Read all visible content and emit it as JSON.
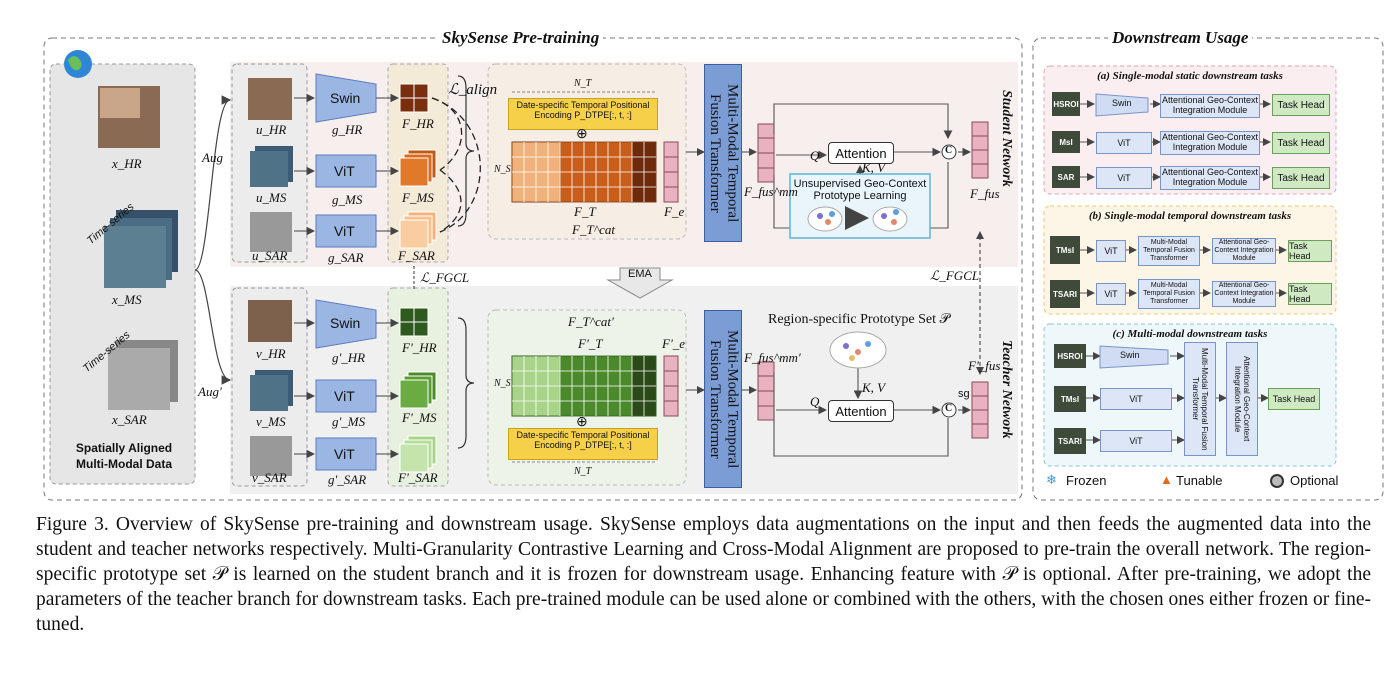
{
  "pretraining": {
    "title": "SkySense Pre-training",
    "input": {
      "xhr": "x_HR",
      "xms": "x_MS",
      "xsar": "x_SAR",
      "ts1": "Time-series",
      "ts2": "Time-series",
      "data_label_1": "Spatially Aligned",
      "data_label_2": "Multi-Modal Data"
    },
    "aug": "Aug",
    "aug_prime": "Aug'",
    "student": {
      "uhr": "u_HR",
      "ums": "u_MS",
      "usar": "u_SAR",
      "swin": "Swin",
      "vit1": "ViT",
      "vit2": "ViT",
      "ghr": "g_HR",
      "gms": "g_MS",
      "gsar": "g_SAR",
      "fhr": "F_HR",
      "fms": "F_MS",
      "fsar": "F_SAR",
      "lalign": "ℒ_align",
      "nt": "N_T",
      "ns": "N_S",
      "dtpe_1": "Date-specific Temporal Positional",
      "dtpe_2": "Encoding P_DTPE[:, t, :]",
      "plus": "⊕",
      "ft": "F_T",
      "fe": "F_e",
      "ftcat": "F_T^cat",
      "fusion": "Multi-Modal Temporal Fusion Transformer",
      "ffusmm": "F_fus^mm",
      "q": "Q",
      "attention": "Attention",
      "kv": "K, V",
      "proto_1": "Unsupervised Geo-Context",
      "proto_2": "Prototype Learning",
      "c": "C",
      "ffus": "F_fus",
      "network": "Student Network"
    },
    "lfgcl_left": "ℒ_FGCL",
    "lfgcl_right": "ℒ_FGCL",
    "ema": "EMA",
    "teacher": {
      "vhr": "v_HR",
      "vms": "v_MS",
      "vsar": "v_SAR",
      "swin": "Swin",
      "vit1": "ViT",
      "vit2": "ViT",
      "ghr": "g'_HR",
      "gms": "g'_MS",
      "gsar": "g'_SAR",
      "fhr": "F'_HR",
      "fms": "F'_MS",
      "fsar": "F'_SAR",
      "ftcat": "F_T^cat'",
      "ft": "F'_T",
      "fe": "F'_e",
      "nt": "N_T",
      "ns": "N_S",
      "plus": "⊕",
      "dtpe_1": "Date-specific Temporal Positional",
      "dtpe_2": "Encoding P_DTPE[:, t, :]",
      "fusion": "Multi-Modal Temporal Fusion Transformer",
      "ffusmm": "F_fus^mm'",
      "proto_set": "Region-specific Prototype Set 𝒫",
      "kv": "K, V",
      "q": "Q",
      "attention": "Attention",
      "c": "C",
      "sg": "sg",
      "ffus": "F'_fus",
      "network": "Teacher Network"
    }
  },
  "downstream": {
    "title": "Downstream Usage",
    "a_title": "(a) Single-modal static downstream tasks",
    "a_rows": [
      {
        "input": "HSROI",
        "enc": "Swin",
        "module": "Attentional Geo-Context Integration Module",
        "head": "Task Head"
      },
      {
        "input": "MsI",
        "enc": "ViT",
        "module": "Attentional Geo-Context Integration Module",
        "head": "Task Head"
      },
      {
        "input": "SAR",
        "enc": "ViT",
        "module": "Attentional Geo-Context Integration Module",
        "head": "Task Head"
      }
    ],
    "b_title": "(b) Single-modal temporal downstream tasks",
    "b_rows": [
      {
        "input": "TMsI",
        "enc": "ViT",
        "fusion": "Multi-Modal Temporal Fusion Transformer",
        "module": "Attentional Geo-Context Integration Module",
        "head": "Task Head"
      },
      {
        "input": "TSARI",
        "enc": "ViT",
        "fusion": "Multi-Modal Temporal Fusion Transformer",
        "module": "Attentional Geo-Context Integration Module",
        "head": "Task Head"
      }
    ],
    "c_title": "(c) Multi-modal downstream tasks",
    "c_rows": [
      {
        "input": "HSROI",
        "enc": "Swin"
      },
      {
        "input": "TMsI",
        "enc": "ViT"
      },
      {
        "input": "TSARI",
        "enc": "ViT"
      }
    ],
    "c_fusion": "Multi-Modal Temporal Fusion Transformer",
    "c_module": "Attentional Geo-Context Integration Module",
    "c_head": "Task Head",
    "legend": {
      "frozen": "Frozen",
      "tunable": "Tunable",
      "optional": "Optional"
    }
  },
  "caption": "Figure 3. Overview of SkySense pre-training and downstream usage. SkySense employs data augmentations on the input and then feeds the augmented data into the student and teacher networks respectively. Multi-Granularity Contrastive Learning and Cross-Modal Alignment are proposed to pre-train the overall network. The region-specific prototype set 𝒫 is learned on the student branch and it is frozen for downstream usage. Enhancing feature with 𝒫 is optional. After pre-training, we adopt the parameters of the teacher branch for downstream tasks. Each pre-trained module can be used alone or combined with the others, with the chosen ones either frozen or fine-tuned."
}
